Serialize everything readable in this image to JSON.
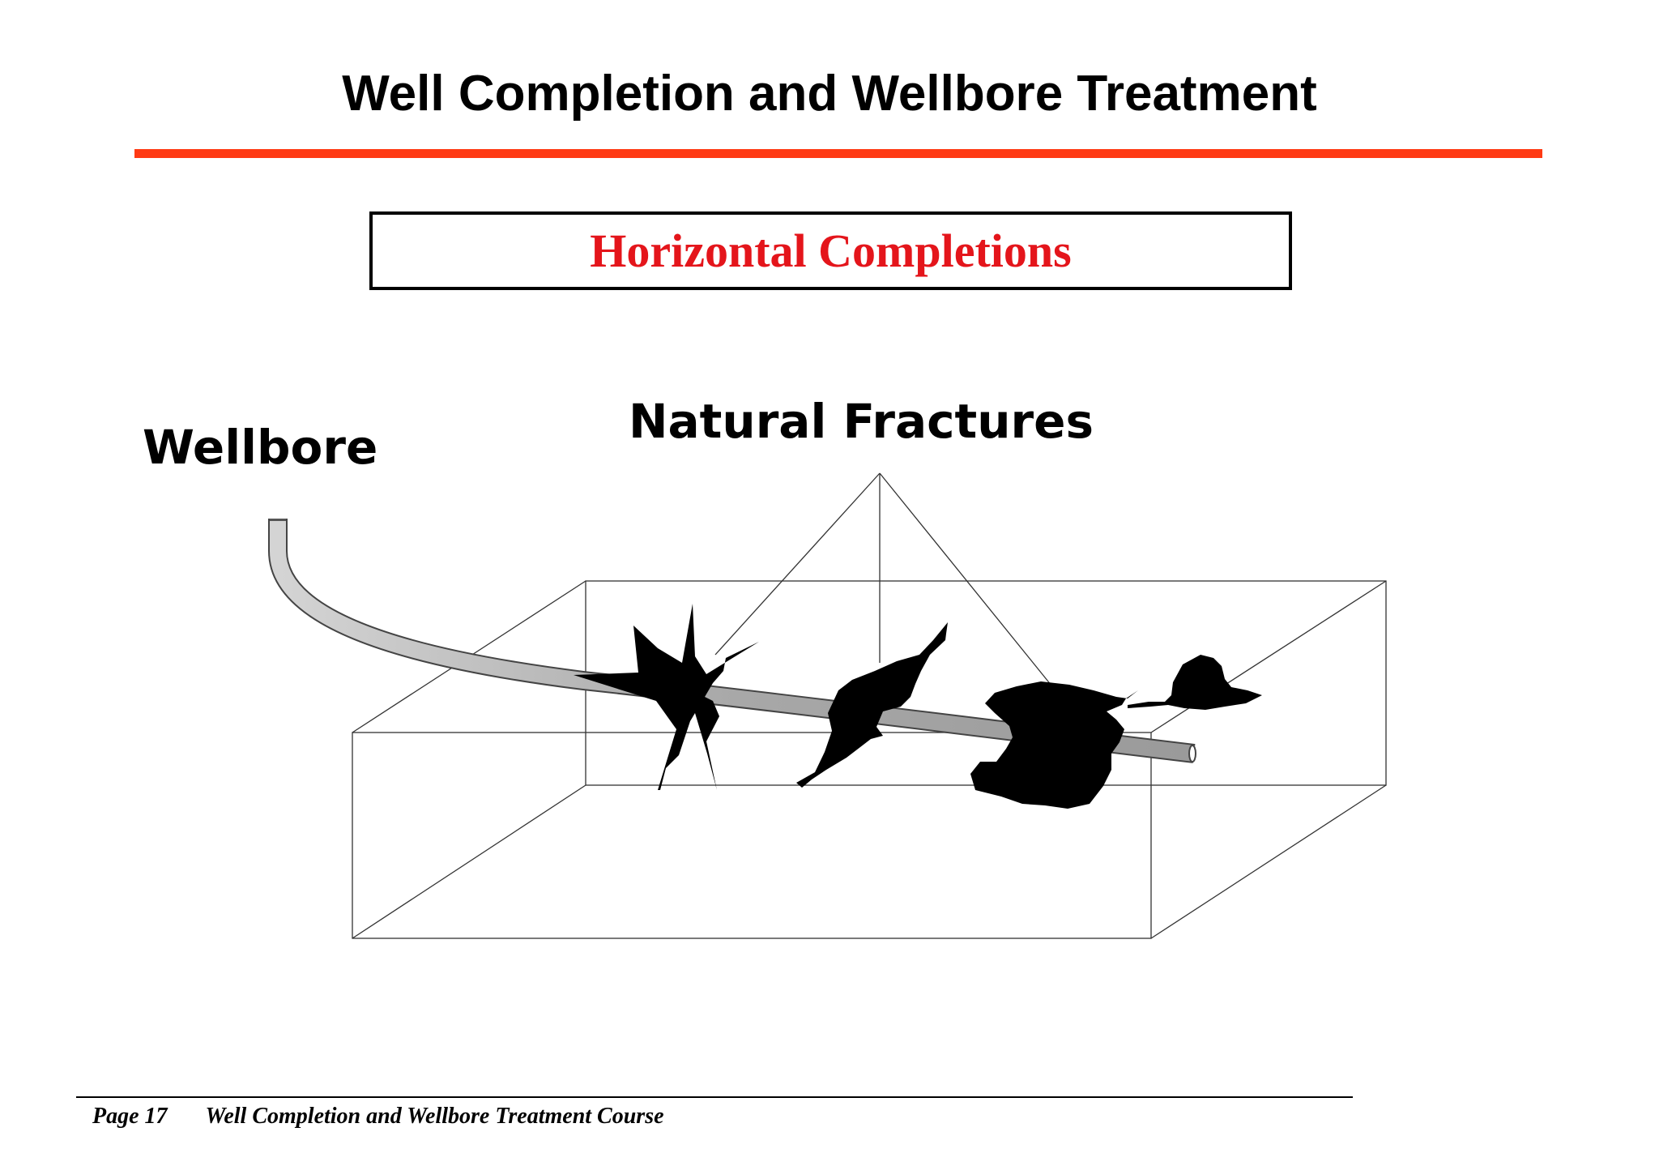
{
  "header": {
    "title": "Well Completion and Wellbore Treatment",
    "rule_color": "#ff3a14"
  },
  "section": {
    "title": "Horizontal Completions",
    "title_color": "#e4151b"
  },
  "diagram": {
    "wellbore_label": "Wellbore",
    "fractures_label": "Natural Fractures"
  },
  "footer": {
    "page": "Page 17",
    "course": "Well Completion and Wellbore Treatment Course"
  }
}
